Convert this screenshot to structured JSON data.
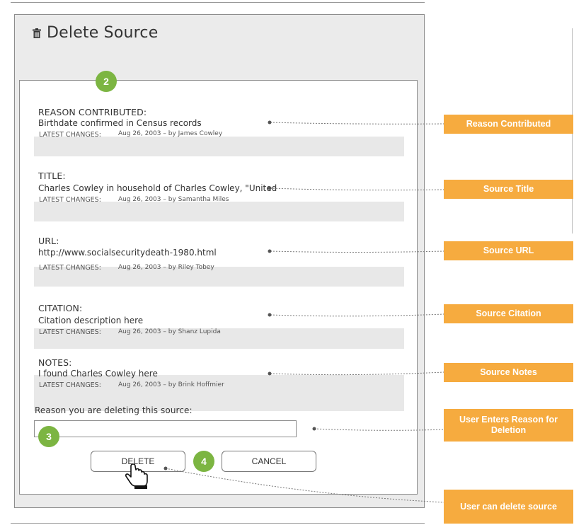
{
  "dialog": {
    "title": "Delete Source",
    "fields": [
      {
        "label": "REASON CONTRIBUTED:",
        "value": "Birthdate confirmed in Census records",
        "latest_label": "LATEST CHANGES:",
        "change": "Aug 26, 2003 – by James Cowley"
      },
      {
        "label": "TITLE:",
        "value": "Charles Cowley in household of Charles Cowley, \"United",
        "latest_label": "LATEST CHANGES:",
        "change": "Aug 26, 2003 – by  Samantha Miles"
      },
      {
        "label": "URL:",
        "value": "http://www.socialsecuritydeath-1980.html",
        "latest_label": "LATEST CHANGES:",
        "change": "Aug 26, 2003 – by  Riley Tobey"
      },
      {
        "label": "CITATION:",
        "value": "Citation description here",
        "latest_label": "LATEST CHANGES:",
        "change": "Aug 26, 2003 – by Shanz Lupida"
      },
      {
        "label": "NOTES:",
        "value": "I found Charles Cowley here",
        "latest_label": "LATEST CHANGES:",
        "change": "Aug 26, 2003 – by Brink Hoffmier"
      }
    ],
    "reason_label": "Reason you are deleting this source:",
    "reason_value": "",
    "delete_label": "DELETE",
    "cancel_label": "CANCEL"
  },
  "badges": {
    "panel": "2",
    "input": "3",
    "buttons": "4"
  },
  "callouts": [
    "Reason Contributed",
    "Source Title",
    "Source URL",
    "Source Citation",
    "Source Notes",
    "User Enters Reason for Deletion",
    "User can delete source"
  ],
  "colors": {
    "badge": "#7cb542",
    "callout": "#f6ab3f",
    "field_band": "#e8e8e8"
  },
  "icons": {
    "title": "trash-icon",
    "cursor": "hand-pointer-icon"
  }
}
